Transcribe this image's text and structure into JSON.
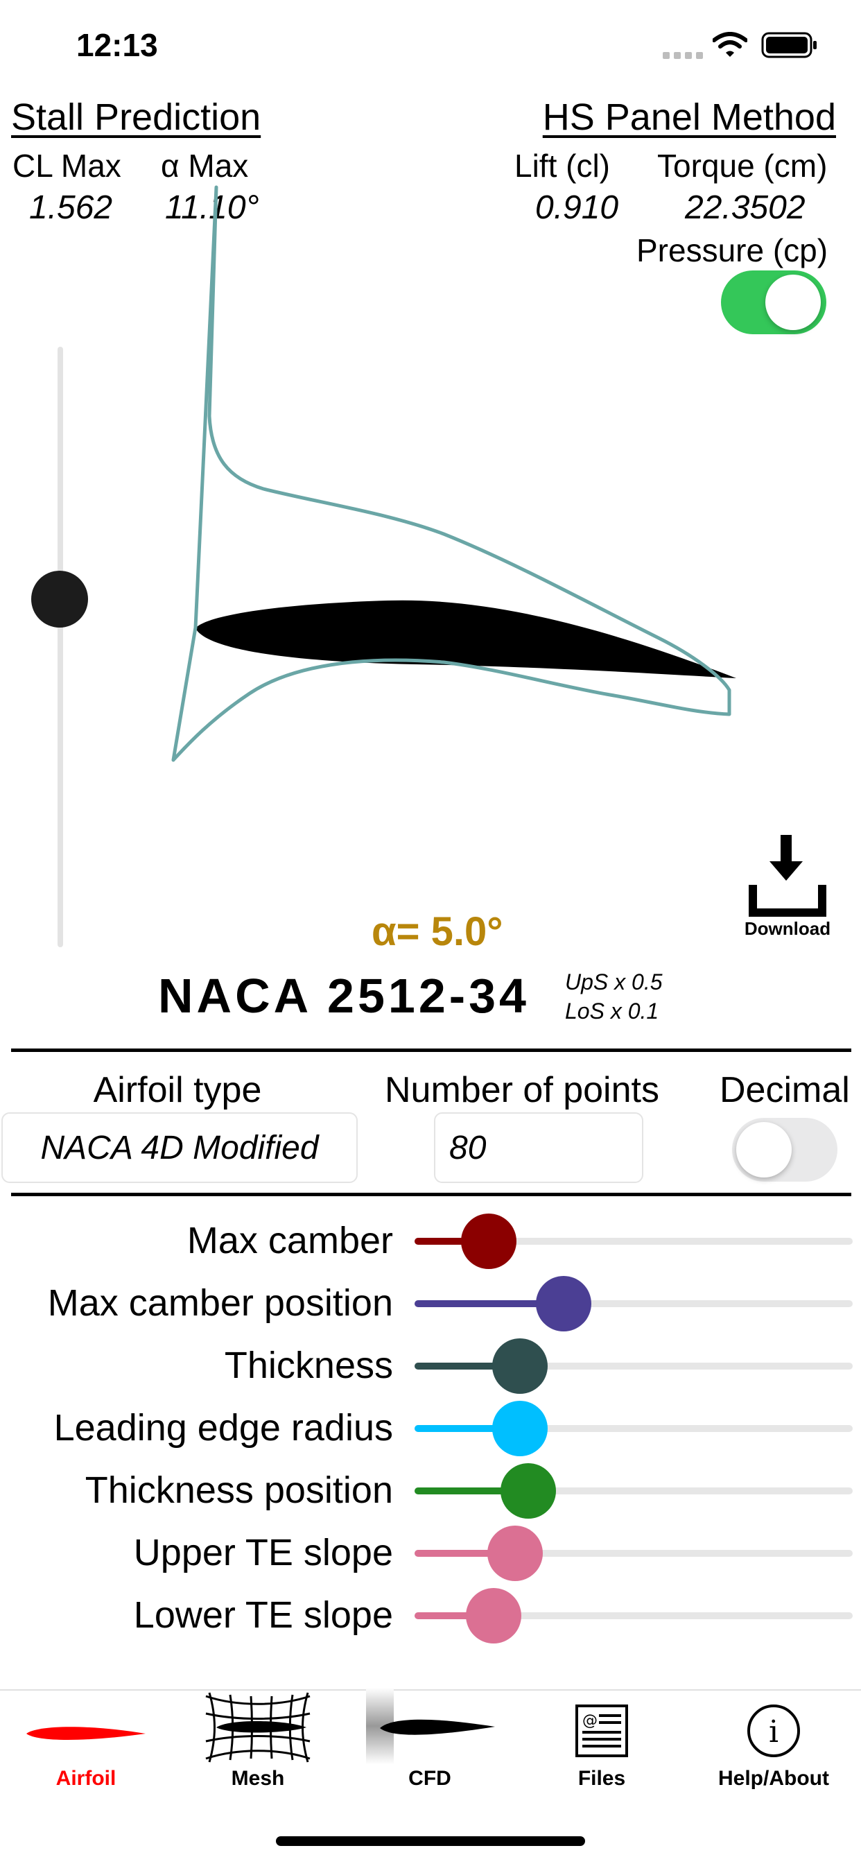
{
  "status_bar": {
    "time": "12:13"
  },
  "stall": {
    "title": "Stall Prediction",
    "cl_max_label": "CL Max",
    "alpha_max_label": "α Max",
    "cl_max_value": "1.562",
    "alpha_max_value": "11.10°"
  },
  "panel": {
    "title": "HS Panel Method",
    "lift_label": "Lift (cl)",
    "torque_label": "Torque (cm)",
    "lift_value": "0.910",
    "torque_value": "22.3502",
    "pressure_label": "Pressure (cp)",
    "pressure_on": true
  },
  "angle": {
    "label": "α= 5.0°",
    "slider_fraction": 0.42
  },
  "download_label": "Download",
  "airfoil_name": "NACA 2512-34",
  "scale": {
    "upper": "UpS x 0.5",
    "lower": "LoS x 0.1"
  },
  "settings": {
    "type_label": "Airfoil type",
    "type_value": "NACA 4D Modified",
    "points_label": "Number of points",
    "points_value": "80",
    "decimal_label": "Decimal",
    "decimal_on": false
  },
  "sliders": [
    {
      "label": "Max camber",
      "color": "#8b0000",
      "fraction": 0.17
    },
    {
      "label": "Max camber position",
      "color": "#4b3f94",
      "fraction": 0.34
    },
    {
      "label": "Thickness",
      "color": "#2f4f4f",
      "fraction": 0.24
    },
    {
      "label": "Leading edge radius",
      "color": "#00bfff",
      "fraction": 0.24
    },
    {
      "label": "Thickness position",
      "color": "#228b22",
      "fraction": 0.26
    },
    {
      "label": "Upper TE slope",
      "color": "#db7093",
      "fraction": 0.23
    },
    {
      "label": "Lower TE slope",
      "color": "#db7093",
      "fraction": 0.18
    }
  ],
  "tabs": [
    {
      "label": "Airfoil",
      "active": true
    },
    {
      "label": "Mesh",
      "active": false
    },
    {
      "label": "CFD",
      "active": false
    },
    {
      "label": "Files",
      "active": false
    },
    {
      "label": "Help/About",
      "active": false
    }
  ],
  "colors": {
    "accent_red": "#ff0000",
    "angle_gold": "#b8860b",
    "toggle_on": "#34c759",
    "cp_curve": "#6aa6a6"
  }
}
